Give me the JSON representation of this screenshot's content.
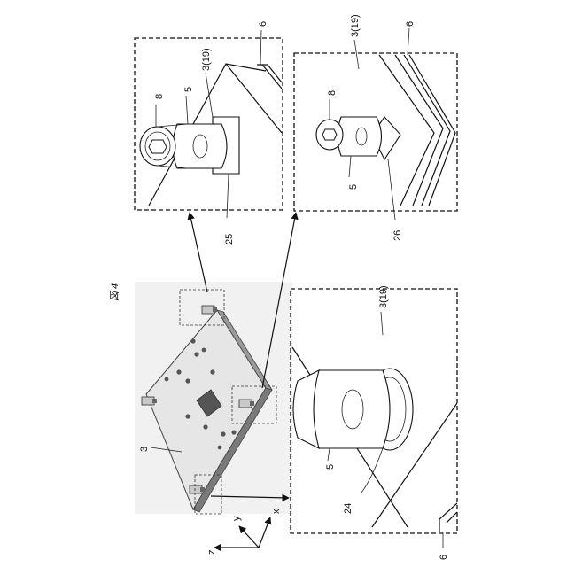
{
  "figure": {
    "title": "図 4",
    "labels": {
      "plate": "3",
      "plate_top_right": "3(19)",
      "plate_bottom_right": "3(19)",
      "plate_bottom_left": "3(19)",
      "layer_top_right": "6",
      "layer_bottom_right": "6",
      "layer_bottom_left": "6",
      "bolt_top_right": "8",
      "bolt_bottom_right": "8",
      "nut_top_right": "5",
      "nut_bottom_right": "5",
      "nut_bottom_left": "5",
      "spacer_top_right": "25",
      "spacer_bottom_right": "26",
      "ring_bottom_left": "24"
    },
    "axes": {
      "x": "x",
      "y": "y",
      "z": "z"
    }
  }
}
